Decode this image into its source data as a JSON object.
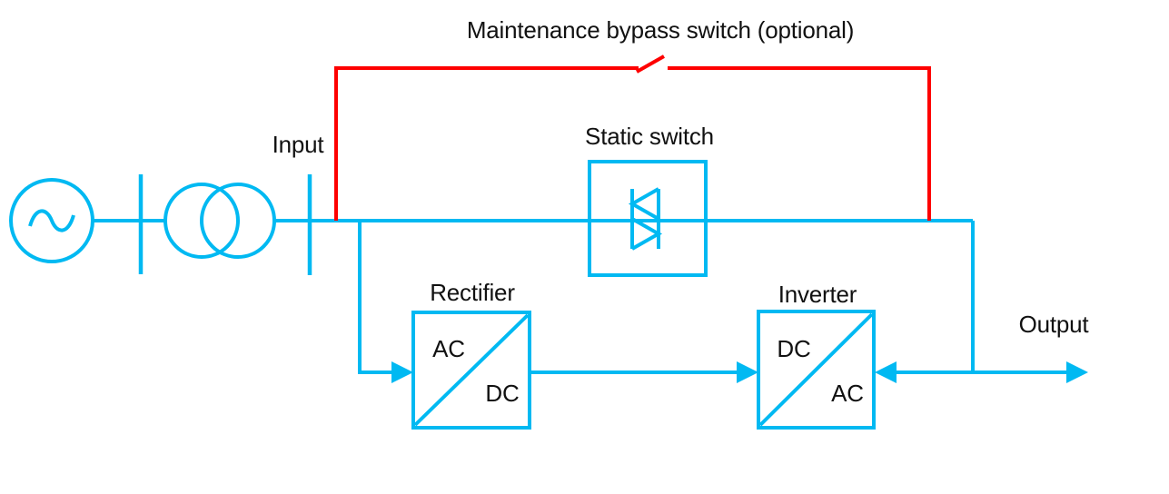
{
  "diagram": {
    "title": "Maintenance bypass switch (optional)",
    "labels": {
      "input": "Input",
      "static_switch": "Static switch",
      "rectifier": "Rectifier",
      "inverter": "Inverter",
      "output": "Output"
    },
    "blocks": {
      "rectifier": {
        "input_side": "AC",
        "output_side": "DC"
      },
      "inverter": {
        "input_side": "DC",
        "output_side": "AC"
      }
    },
    "icons": {
      "ac_source": "sine-wave-in-circle",
      "transformer": "two-overlapping-circles",
      "isolator": "vertical-bar",
      "static_switch_device": "triac-antiparallel-thyristors",
      "bypass_switch": "open-knife-switch-blade",
      "flow_arrow": "solid-triangle-arrowhead"
    },
    "colors": {
      "line": "#00b9f2",
      "bypass": "#fe0000",
      "text": "#111111",
      "background": "#ffffff"
    }
  }
}
